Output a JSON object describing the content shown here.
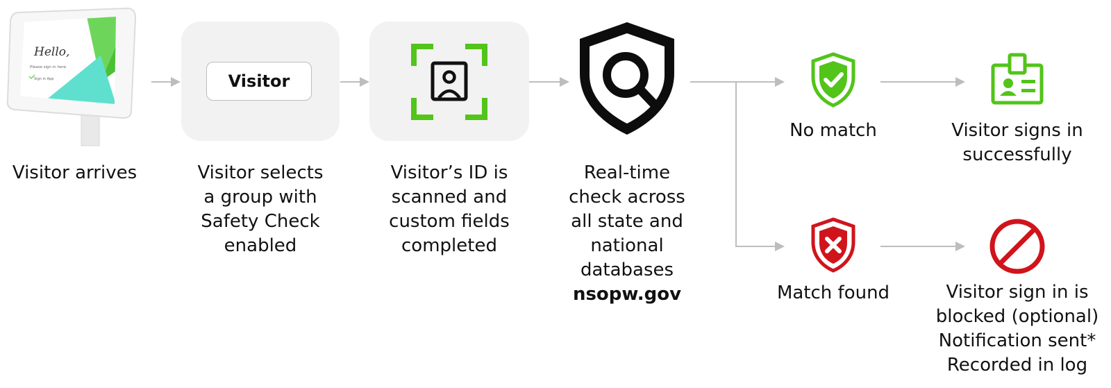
{
  "steps": {
    "arrive": "Visitor arrives",
    "select": [
      "Visitor selects",
      "a group with",
      "Safety Check",
      "enabled"
    ],
    "scan": [
      "Visitor’s ID is",
      "scanned and",
      "custom fields",
      "completed"
    ],
    "check": [
      "Real-time",
      "check across",
      "all state and",
      "national",
      "databases"
    ],
    "check_site": "nsopw.gov"
  },
  "kiosk": {
    "greeting": "Hello,",
    "subtitle": "Please sign in here.",
    "signin": "Sign in App"
  },
  "group_button_label": "Visitor",
  "outcomes": {
    "no_match": {
      "label": "No match",
      "result": [
        "Visitor signs in",
        "successfully"
      ]
    },
    "match": {
      "label": "Match found",
      "result": [
        "Visitor sign in is",
        "blocked (optional)",
        "Notification sent*",
        "Recorded in log"
      ]
    }
  },
  "colors": {
    "green": "#52C41A",
    "red": "#D0141C",
    "arrow": "#BDBDBD",
    "panel": "#F2F2F2",
    "kiosk_green": "#6DD65A",
    "kiosk_teal": "#5FE0CF"
  },
  "icons": [
    "tablet-kiosk-icon",
    "id-scan-icon",
    "shield-search-icon",
    "shield-check-icon",
    "badge-icon",
    "shield-x-icon",
    "prohibited-icon"
  ]
}
